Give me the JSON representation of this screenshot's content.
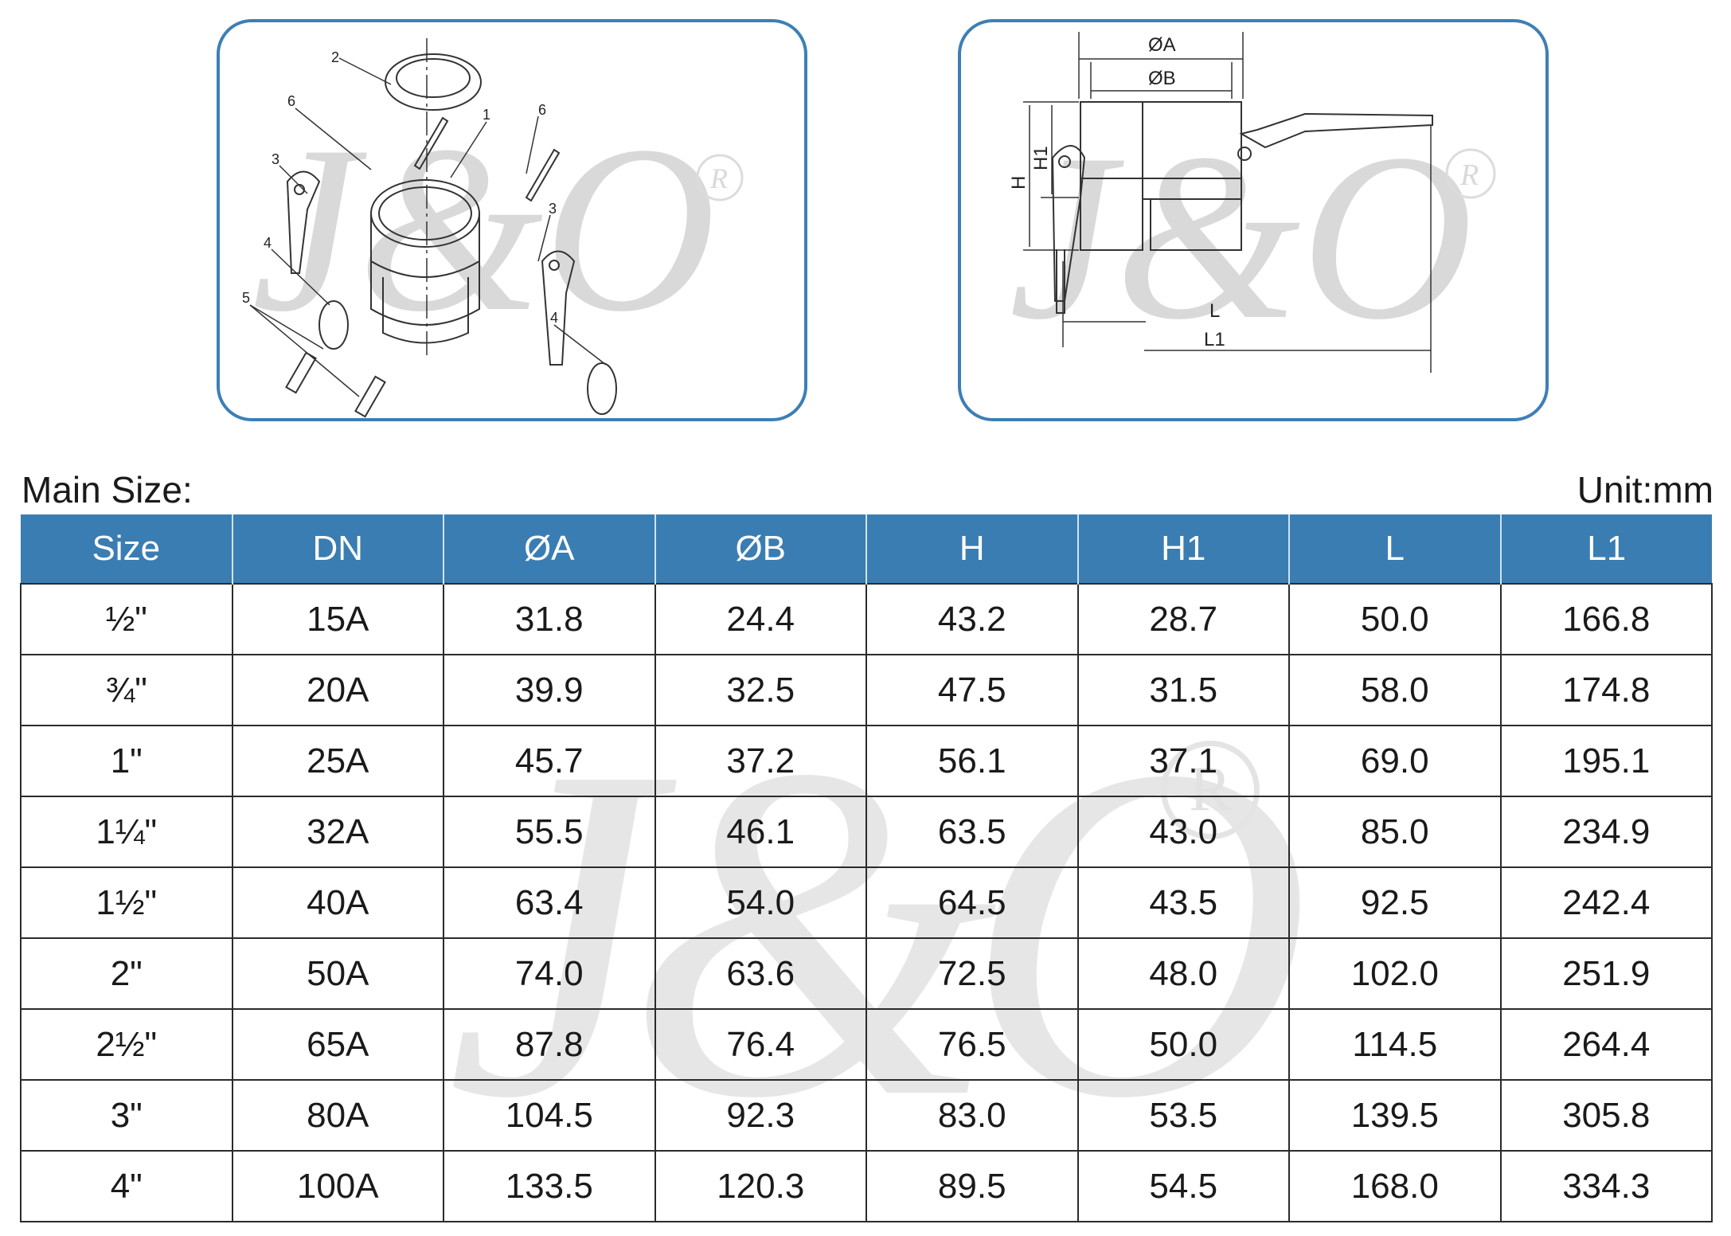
{
  "figures": {
    "exploded_view": {
      "watermark": "J&O",
      "registered_mark": "R",
      "callouts": [
        "1",
        "2",
        "3",
        "3",
        "4",
        "4",
        "5",
        "6",
        "6"
      ]
    },
    "dimension_drawing": {
      "watermark": "J&O",
      "registered_mark": "R",
      "labels": {
        "dia_a": "ØA",
        "dia_b": "ØB",
        "h": "H",
        "h1": "H1",
        "l": "L",
        "l1": "L1"
      }
    }
  },
  "table": {
    "caption": "Main Size:",
    "unit": "Unit:mm",
    "header_color": "#3a7db2",
    "headers": [
      "Size",
      "DN",
      "ØA",
      "ØB",
      "H",
      "H1",
      "L",
      "L1"
    ],
    "rows": [
      [
        "½\"",
        "15A",
        "31.8",
        "24.4",
        "43.2",
        "28.7",
        "50.0",
        "166.8"
      ],
      [
        "¾\"",
        "20A",
        "39.9",
        "32.5",
        "47.5",
        "31.5",
        "58.0",
        "174.8"
      ],
      [
        "1\"",
        "25A",
        "45.7",
        "37.2",
        "56.1",
        "37.1",
        "69.0",
        "195.1"
      ],
      [
        "1¼\"",
        "32A",
        "55.5",
        "46.1",
        "63.5",
        "43.0",
        "85.0",
        "234.9"
      ],
      [
        "1½\"",
        "40A",
        "63.4",
        "54.0",
        "64.5",
        "43.5",
        "92.5",
        "242.4"
      ],
      [
        "2\"",
        "50A",
        "74.0",
        "63.6",
        "72.5",
        "48.0",
        "102.0",
        "251.9"
      ],
      [
        "2½\"",
        "65A",
        "87.8",
        "76.4",
        "76.5",
        "50.0",
        "114.5",
        "264.4"
      ],
      [
        "3\"",
        "80A",
        "104.5",
        "92.3",
        "83.0",
        "53.5",
        "139.5",
        "305.8"
      ],
      [
        "4\"",
        "100A",
        "133.5",
        "120.3",
        "89.5",
        "54.5",
        "168.0",
        "334.3"
      ]
    ]
  }
}
